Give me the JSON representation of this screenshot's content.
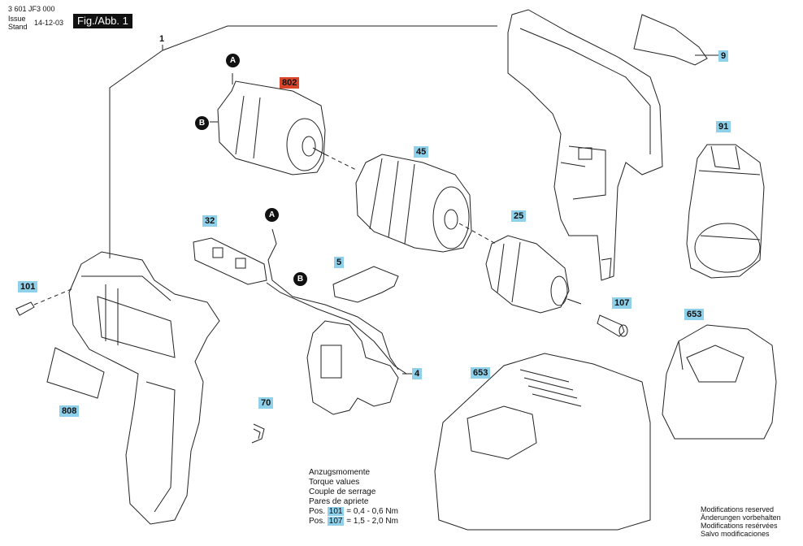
{
  "header": {
    "doc_number": "3 601 JF3 000",
    "issue_label": "Issue",
    "stand_label": "Stand",
    "date": "14-12-03",
    "fig_label": "Fig./Abb. 1"
  },
  "parts": {
    "p1": "1",
    "p9": "9",
    "p802": "802",
    "p45": "45",
    "p91": "91",
    "p32": "32",
    "p25": "25",
    "p5": "5",
    "p101": "101",
    "p107": "107",
    "p653a": "653",
    "p4": "4",
    "p808": "808",
    "p70": "70",
    "p653b": "653"
  },
  "connectors": {
    "a1": "A",
    "b1": "B",
    "a2": "A",
    "b2": "B"
  },
  "torque": {
    "lines": [
      "Anzugsmomente",
      "Torque values",
      "Couple de serrage",
      "Pares de apriete"
    ],
    "row1": {
      "prefix": "Pos.",
      "part": "101",
      "value": "= 0,4 - 0,6 Nm"
    },
    "row2": {
      "prefix": "Pos.",
      "part": "107",
      "value": "= 1,5 - 2,0 Nm"
    }
  },
  "modifications": [
    "Modifications reserved",
    "Änderungen vorbehalten",
    "Modifications resérvées",
    "Salvo modificaciones"
  ],
  "colors": {
    "label_fill": "#8fd0ea",
    "highlight_label_fill": "#d9452b"
  }
}
